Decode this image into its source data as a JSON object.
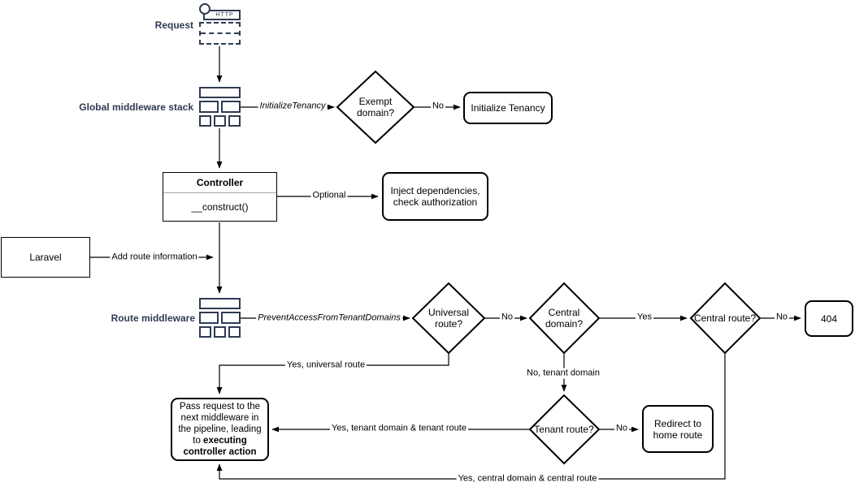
{
  "diagram": {
    "labels": {
      "request": "Request",
      "http": "HTTP",
      "global_middleware": "Global middleware stack",
      "route_middleware": "Route middleware",
      "laravel": "Laravel",
      "controller_title": "Controller",
      "controller_method": "__construct()"
    },
    "decisions": {
      "exempt_domain": "Exempt domain?",
      "universal_route": "Universal route?",
      "central_domain": "Central domain?",
      "central_route": "Central route?",
      "tenant_route": "Tenant route?"
    },
    "nodes": {
      "initialize_tenancy": "Initialize Tenancy",
      "inject_dependencies": "Inject dependencies, check authorization",
      "not_found": "404",
      "redirect_home": "Redirect to home route",
      "pass_request_text": "Pass request to the next middleware in the pipeline, leading to ",
      "pass_request_bold": "executing controller action"
    },
    "edges": {
      "initialize_tenancy_mw": "InitializeTenancy",
      "no_exempt": "No",
      "optional": "Optional",
      "add_route_info": "Add route information",
      "prevent_access": "PreventAccessFromTenantDomains",
      "no_universal": "No",
      "yes_central_domain": "Yes",
      "no_central_route": "No",
      "yes_universal": "Yes, universal route",
      "no_tenant_domain": "No, tenant domain",
      "no_tenant_route": "No",
      "yes_tenant": "Yes, tenant domain & tenant route",
      "yes_central": "Yes, central domain & central route"
    },
    "colors": {
      "navy": "#2e3b52",
      "line": "#000000",
      "background": "#ffffff"
    }
  }
}
